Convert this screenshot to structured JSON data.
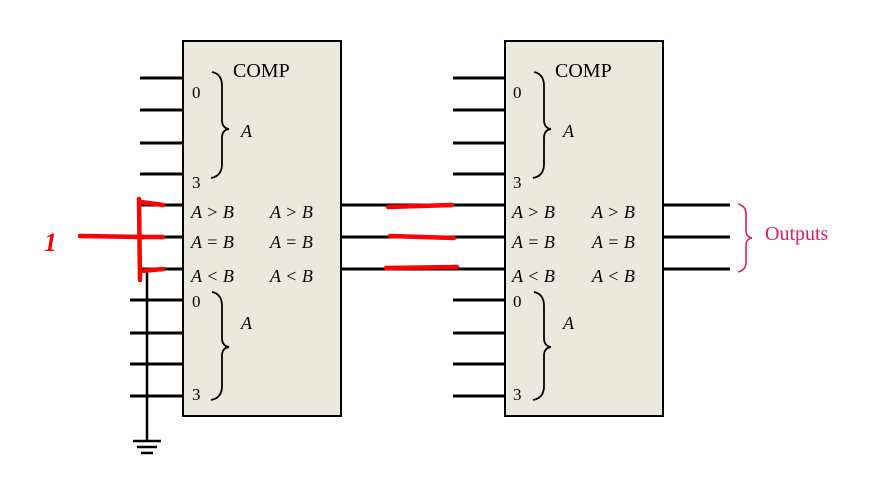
{
  "comparator_left": {
    "title": "COMP",
    "a_group": {
      "top": "0",
      "bottom": "3",
      "label": "A"
    },
    "b_group": {
      "top": "0",
      "bottom": "3",
      "label": "A"
    },
    "inputs": {
      "gt": "A > B",
      "eq": "A = B",
      "lt": "A < B"
    },
    "outputs": {
      "gt": "A > B",
      "eq": "A = B",
      "lt": "A < B"
    }
  },
  "comparator_right": {
    "title": "COMP",
    "a_group": {
      "top": "0",
      "bottom": "3",
      "label": "A"
    },
    "b_group": {
      "top": "0",
      "bottom": "3",
      "label": "A"
    },
    "inputs": {
      "gt": "A > B",
      "eq": "A = B",
      "lt": "A < B"
    },
    "outputs": {
      "gt": "A > B",
      "eq": "A = B",
      "lt": "A < B"
    }
  },
  "outputs_label": "Outputs",
  "annotation_mark": "1",
  "colors": {
    "chip_fill": "#ebe8dc",
    "wire": "#000000",
    "annotation": "#ff0000",
    "outputs": "#e0205a"
  }
}
